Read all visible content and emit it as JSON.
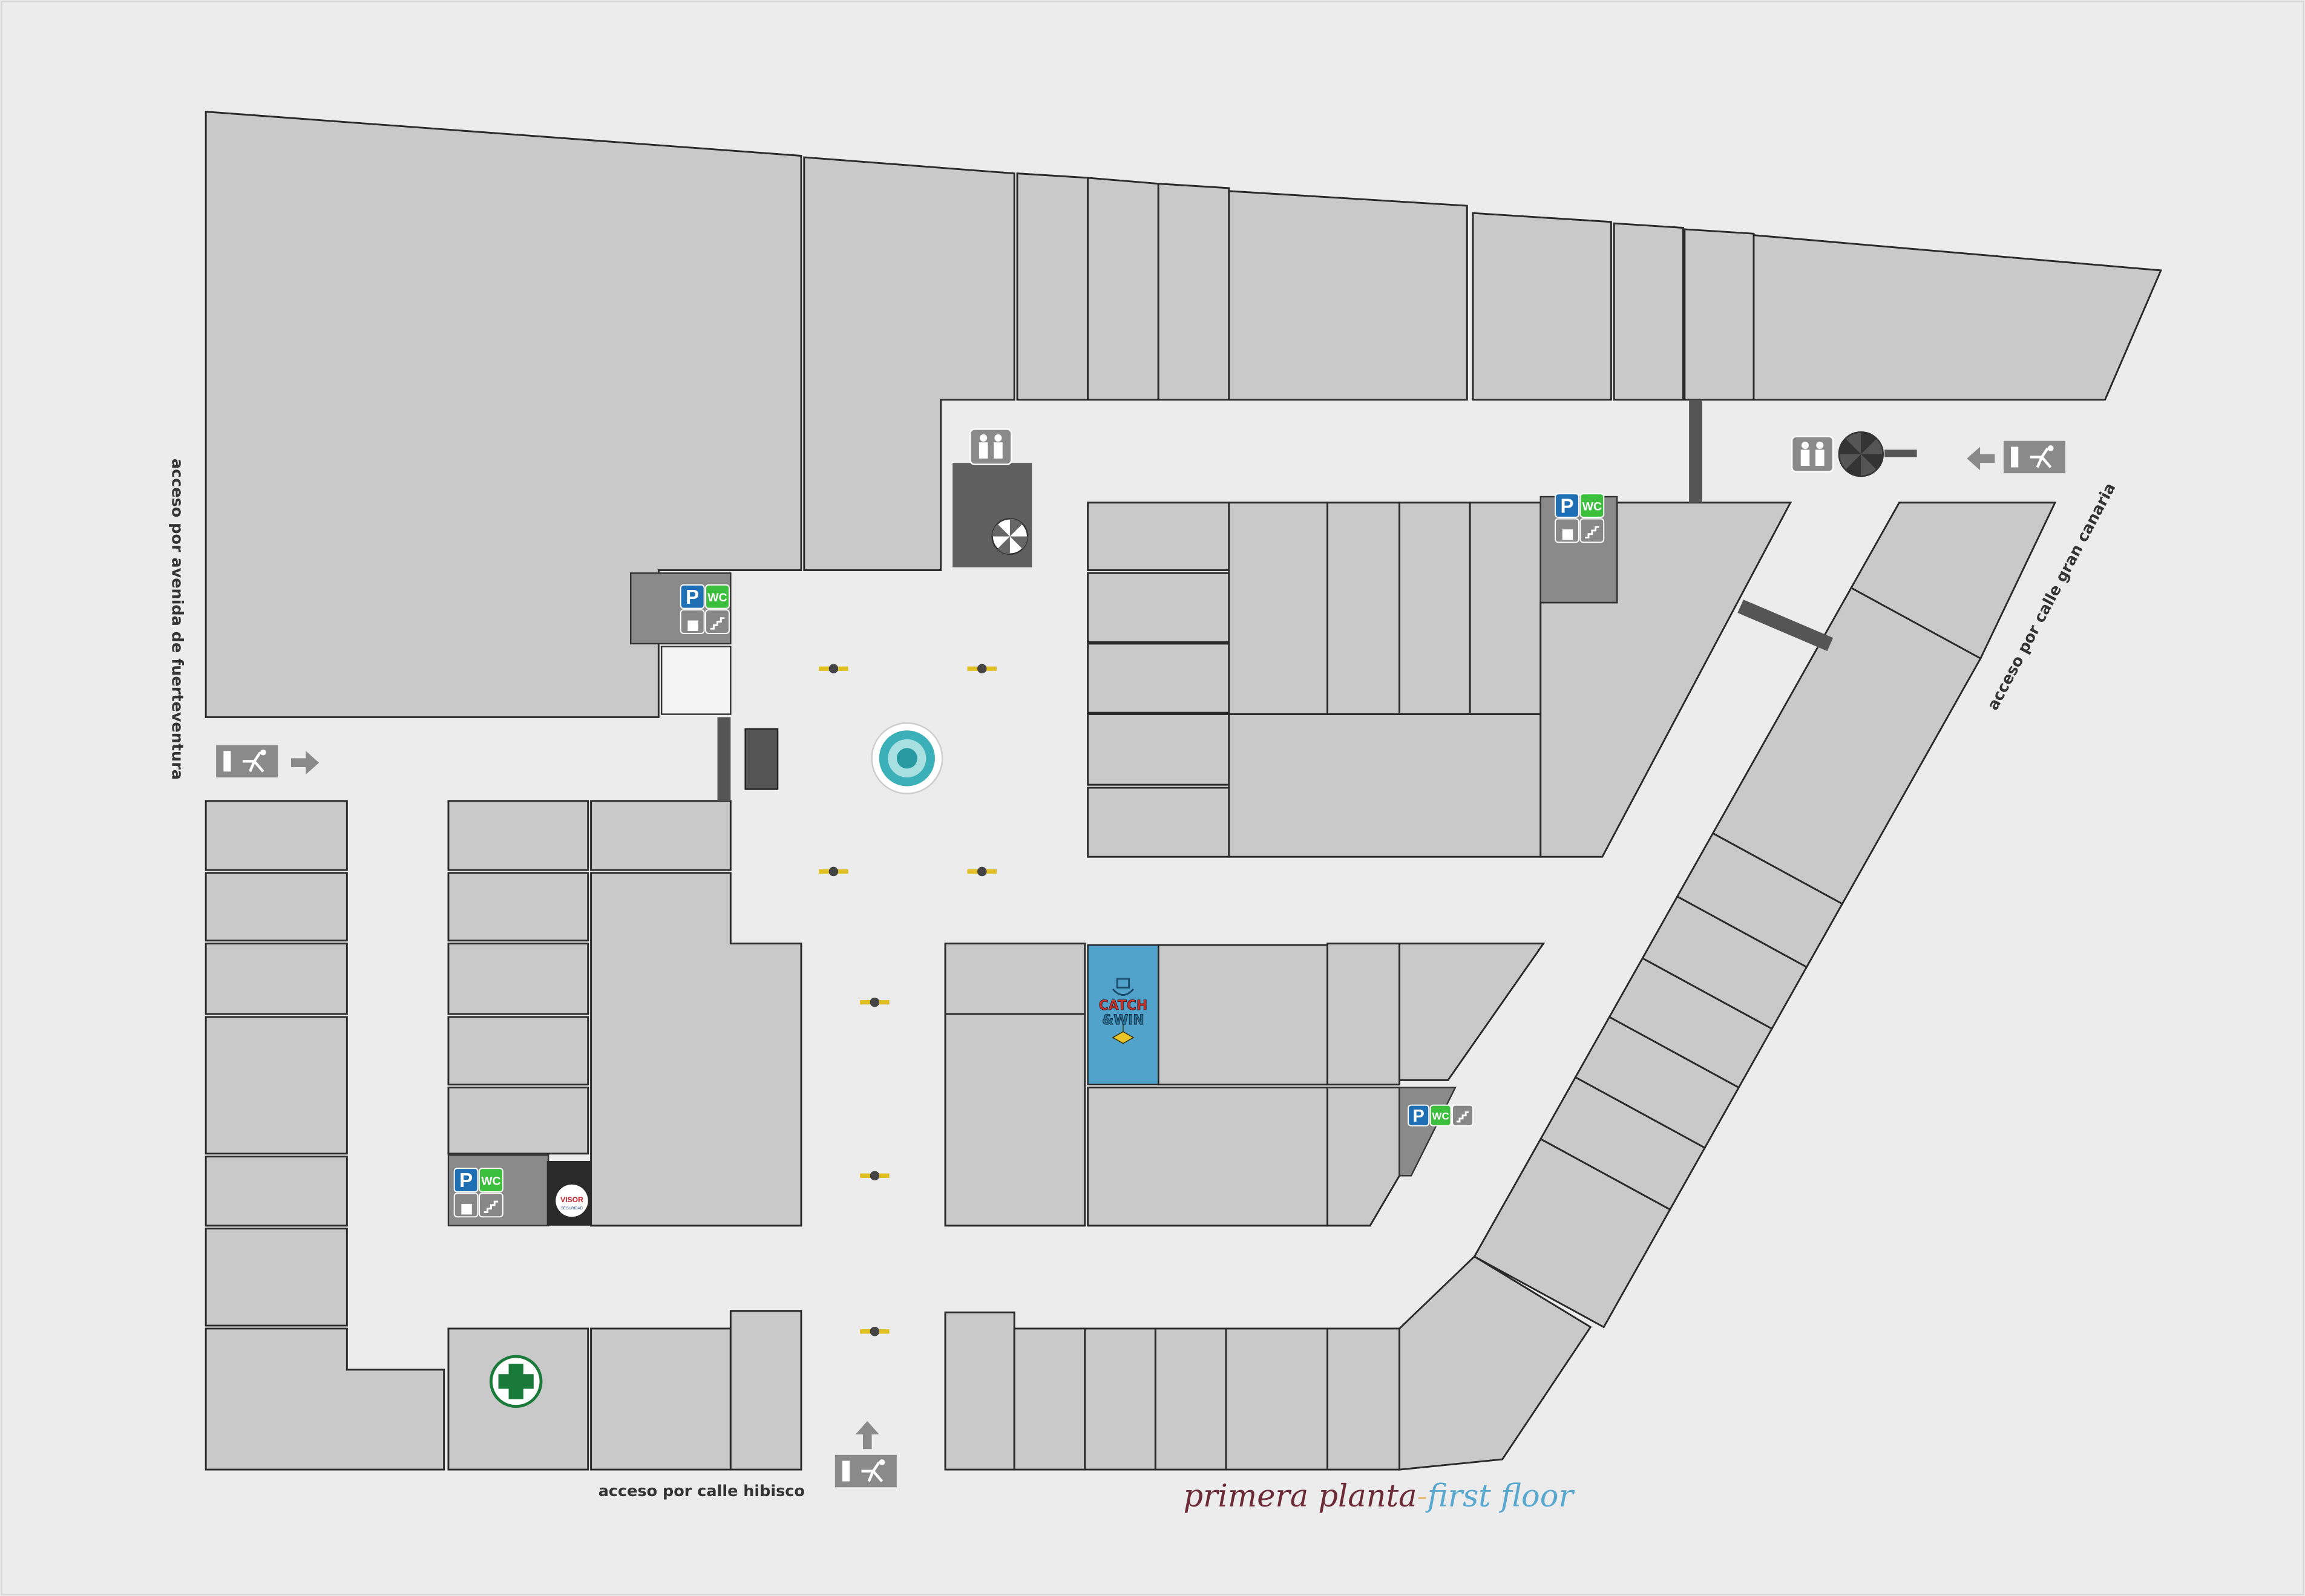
{
  "map": {
    "title_es": "primera planta",
    "title_sep": "-",
    "title_en": "first floor",
    "entrances": {
      "west": "acceso por avenida de fuerteventura",
      "east": "acceso por calle gran canaria",
      "south": "acceso por calle hibisco"
    },
    "service_labels": {
      "parking": "P",
      "wc": "WC"
    },
    "tenants": {
      "catch_win_line1": "CATCH",
      "catch_win_line2": "&WIN",
      "visor": "VISOR",
      "visor_sub": "SEGURIDAD"
    },
    "icons": [
      "exit-sign-icon",
      "arrow-icon",
      "kids-area-icon",
      "umbrella-icon",
      "parking-icon",
      "wc-icon",
      "elevator-icon",
      "stairs-icon",
      "pharmacy-cross-icon",
      "fountain-icon",
      "bench-icon"
    ]
  },
  "colors": {
    "background": "#ececec",
    "shop": "#c8c9c8",
    "title_es": "#6b2a36",
    "title_sep": "#e2bd7a",
    "title_en": "#58a8d0",
    "parking": "#1f6fb5",
    "wc": "#3cbf3c",
    "catch_win": "#52a3cc",
    "pharmacy": "#1a7a3a"
  }
}
